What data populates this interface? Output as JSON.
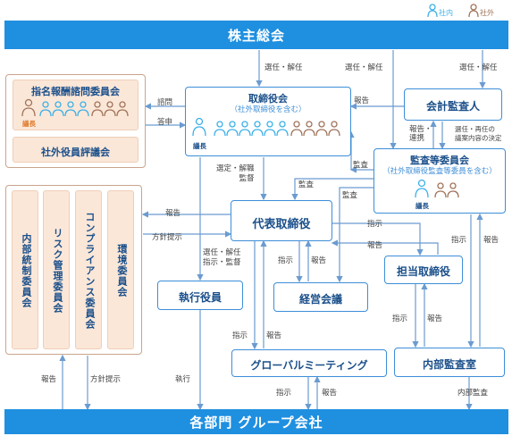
{
  "legend": {
    "internal": "社内",
    "external": "社外"
  },
  "colors": {
    "brand": "#1f8fe0",
    "box_border": "#3d8ed8",
    "title": "#1a4f8a",
    "peach": "#fbe7d8",
    "internal_person": "#3cb0e8",
    "external_person": "#a0735a",
    "chair_label": "#e07a2a"
  },
  "top_bar": "株主総会",
  "bottom_bar": "各部門 グループ会社",
  "nominating": {
    "title": "指名報酬諮問委員会",
    "chair": "議長"
  },
  "outside_officers": {
    "title": "社外役員評議会"
  },
  "board": {
    "title": "取締役会",
    "subtitle": "（社外取締役を含む）",
    "chair": "議長"
  },
  "accounting_auditor": {
    "title": "会計監査人"
  },
  "audit_committee": {
    "title": "監査等委員会",
    "subtitle": "（社外取締役監査等委員を含む）",
    "chair": "議長"
  },
  "left_committees": [
    "内部統制委員会",
    "リスク管理委員会",
    "コンプライアンス委員会",
    "環境委員会"
  ],
  "representative": {
    "title": "代表取締役"
  },
  "executive_officers": {
    "title": "執行役員"
  },
  "management_meeting": {
    "title": "経営会議"
  },
  "director_in_charge": {
    "title": "担当取締役"
  },
  "global_meeting": {
    "title": "グローバルミーティング"
  },
  "internal_audit": {
    "title": "内部監査室"
  },
  "labels": {
    "elect1": "選任・解任",
    "elect2": "選任・解任",
    "elect3": "選任・解任",
    "consult": "諮問",
    "answer": "答申",
    "report_board": "報告",
    "report_coop": "報告・\n連携",
    "reappoint": "選任・再任の\n議案内容の決定",
    "select": "選定・解職\n監督",
    "audit1": "監査",
    "audit2": "監査",
    "audit3": "監査",
    "report_left": "報告",
    "policy_left": "方針提示",
    "elect_exec": "選任・解任\n指示・監督",
    "instr1": "指示",
    "report1": "報告",
    "instr2": "指示",
    "report2": "報告",
    "instr3": "指示",
    "report3": "報告",
    "instr4": "指示",
    "report4": "報告",
    "instr5": "指示",
    "report5": "報告",
    "report_bottom_left": "報告",
    "policy_bottom": "方針提示",
    "execute": "執行",
    "internal_audit_lbl": "内部監査"
  }
}
